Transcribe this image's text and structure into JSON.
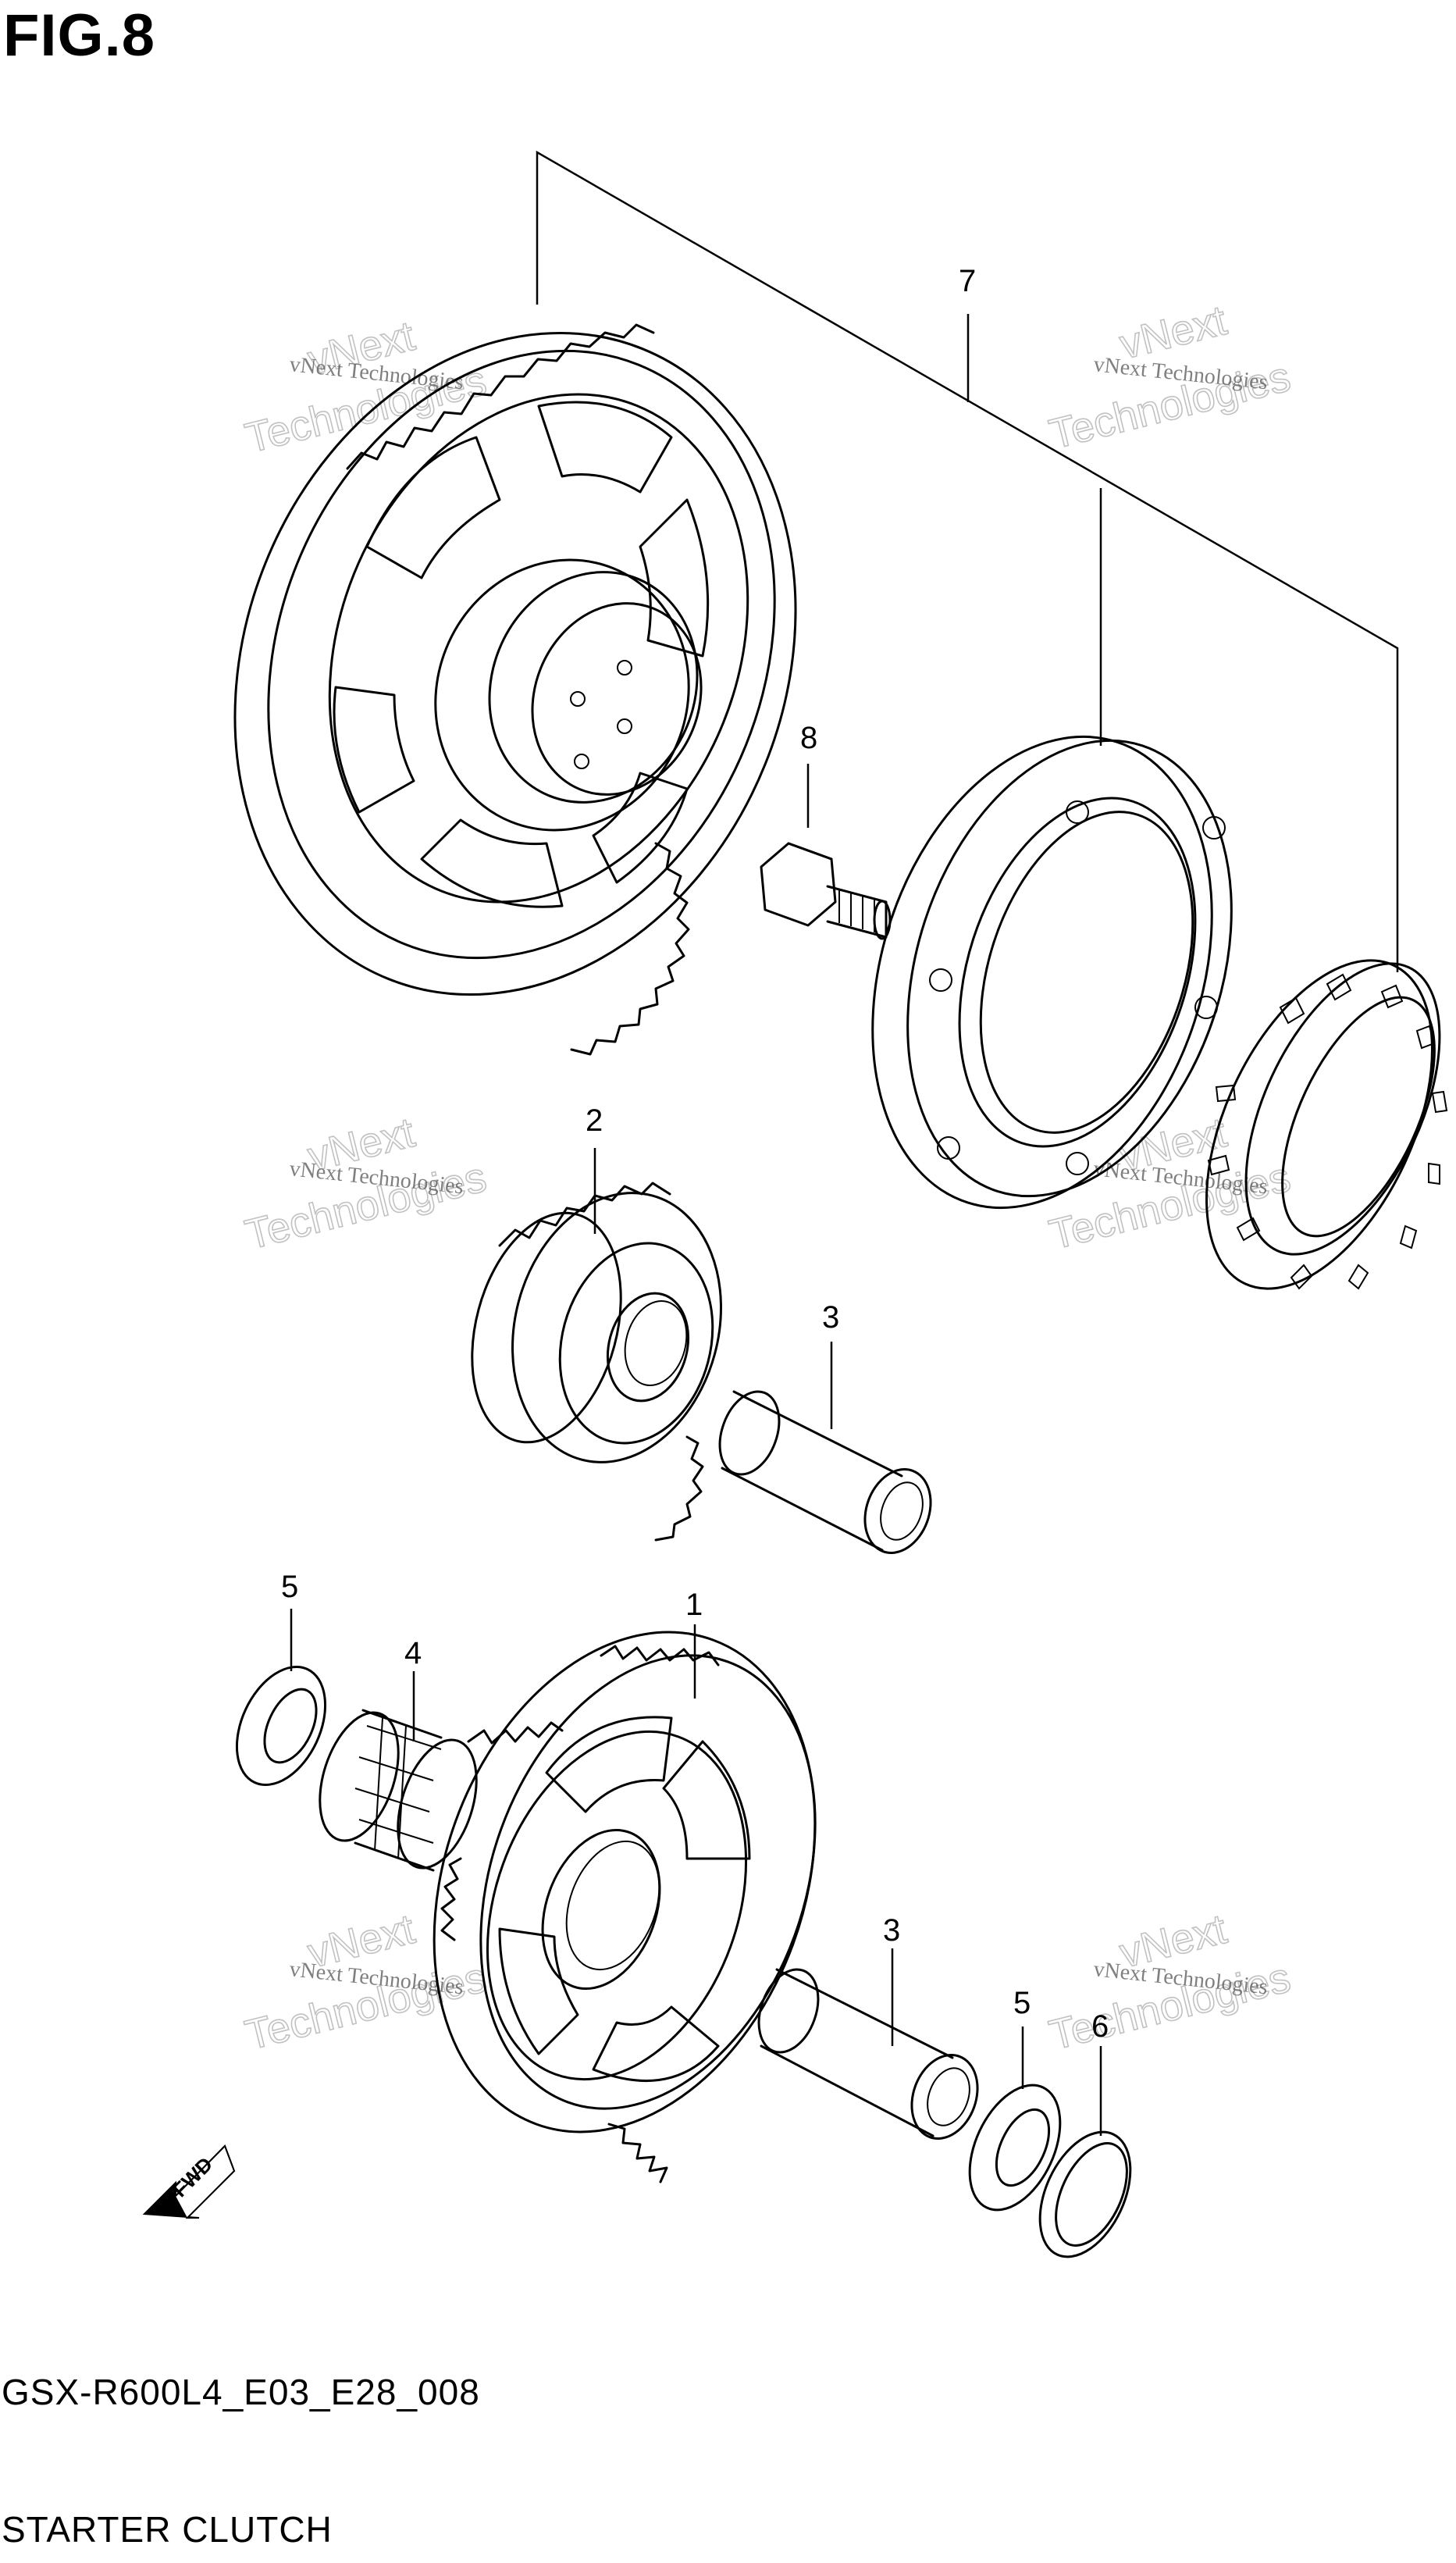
{
  "figure": {
    "label": "FIG.8"
  },
  "footer": {
    "code": "GSX-R600L4_E03_E28_008",
    "title": "STARTER CLUTCH"
  },
  "callouts": [
    {
      "id": "c7",
      "number": "7"
    },
    {
      "id": "c8",
      "number": "8"
    },
    {
      "id": "c2",
      "number": "2"
    },
    {
      "id": "c3a",
      "number": "3"
    },
    {
      "id": "c5a",
      "number": "5"
    },
    {
      "id": "c4",
      "number": "4"
    },
    {
      "id": "c1",
      "number": "1"
    },
    {
      "id": "c3b",
      "number": "3"
    },
    {
      "id": "c5b",
      "number": "5"
    },
    {
      "id": "c6",
      "number": "6"
    }
  ],
  "watermark": {
    "line1": "vNext Technologies",
    "overlay_top": "vNext",
    "overlay_bottom": "Technologies"
  },
  "fwd_arrow": {
    "text": "FWD"
  }
}
